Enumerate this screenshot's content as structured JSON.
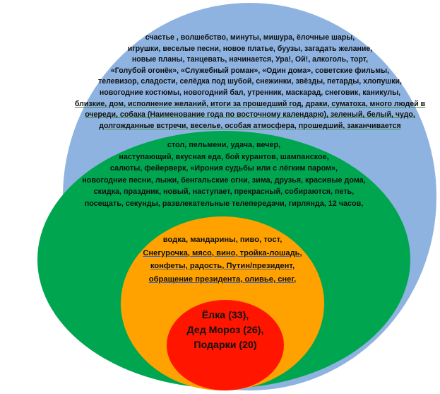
{
  "ring_outer": {
    "color": "#8eb3e0",
    "lines": [
      "счастье , волшебство, минуты, мишура, ёлочные шары,",
      "игрушки,  веселые песни, новое платье, буузы, загадать желание,",
      "новые планы, танцевать, начинается, Ура!, Ой!, алкоголь, торт,",
      "«Голубой огонёк», «Служебный роман», «Один дома», советские фильмы,",
      "телевизор, сладости, селёдка под шубой, снежинки, звёзды, петарды, хлопушки,",
      "новогодние костюмы, новогодний бал, утренник, маскарад, снеговик, каникулы,",
      "близкие, дом, исполнение желаний, итоги за прошедший год, драки, суматоха, много людей в",
      "очереди, собака (Наименование года по восточному календарю), зеленый, белый, чудо,",
      "долгожданные встречи, веселье, особая атмосфера, прошедший, заканчивается"
    ]
  },
  "ring_second": {
    "color": "#00a64f",
    "lines": [
      "стол, пельмени, удача, вечер,",
      "наступающий, вкусная еда, бой курантов, шампанское,",
      "салюты, фейерверк, «Ирония судьбы или с лёгким паром»,",
      "новогодние песни, лыжи, бенгальские огни, зима, друзья, красивые дома,",
      "скидка, праздник, новый, наступает, прекрасный, собираются, петь,",
      "посещать, секунды, развлекательные телепередачи, гирлянда, 12 часов,"
    ]
  },
  "ring_third": {
    "color": "#ffa200",
    "lines": [
      "водка, мандарины, пиво, тост,",
      "Снегурочка, мясо, вино, тройка-лошадь,",
      "конфеты, радость, Путин/президент,",
      "обращение   президента, оливье, снег,"
    ]
  },
  "ring_core": {
    "color": "#ff1500",
    "lines": [
      "Ёлка (33),",
      "Дед Мороз (26),",
      "Подарки (20)"
    ]
  }
}
